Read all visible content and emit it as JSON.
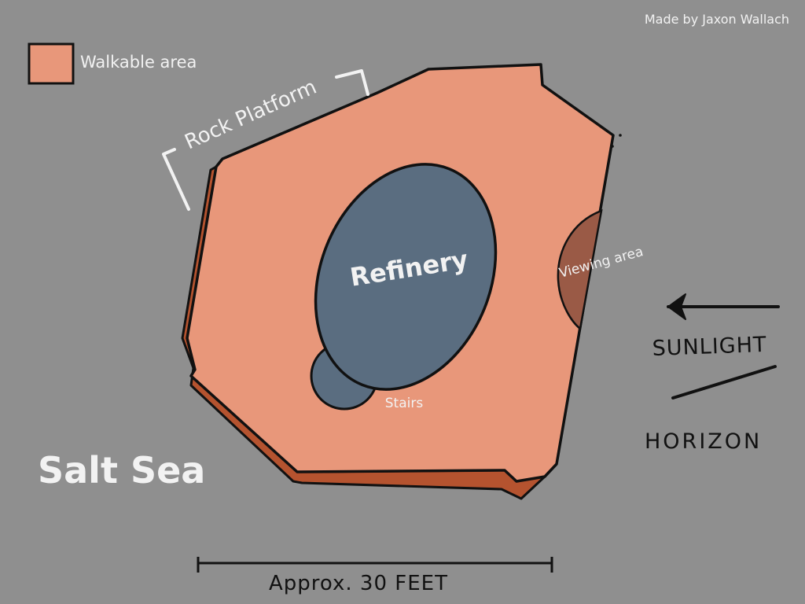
{
  "credit": "Made by Jaxon Wallach",
  "legend": {
    "label": "Walkable area",
    "swatch_color": "#e8977a"
  },
  "labels": {
    "rock_platform": "Rock Platform",
    "refinery": "Refinery",
    "stairs": "Stairs",
    "viewing_area": "Viewing area",
    "salt_sea": "Salt Sea",
    "sunlight": "SUNLIGHT",
    "horizon": "HORIZON",
    "scale": "Approx. 30 FEET"
  },
  "colors": {
    "background": "#8f8f8f",
    "platform": "#e8977a",
    "platform_side": "#b5532f",
    "refinery": "#5a6d80",
    "viewing_area": "#9a5a46",
    "outline": "#111111",
    "light_text": "#f2f2f2"
  }
}
